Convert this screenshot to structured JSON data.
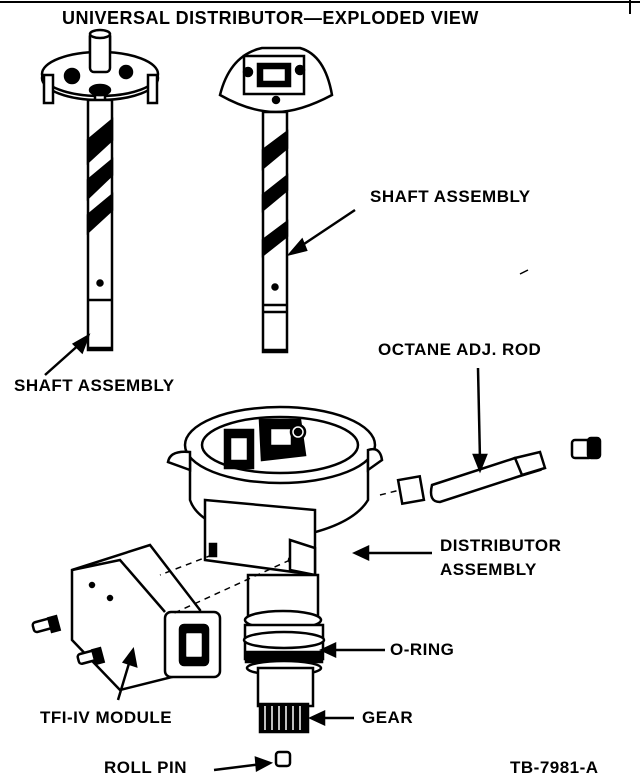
{
  "title": "UNIVERSAL DISTRIBUTOR—EXPLODED VIEW",
  "labels": {
    "shaft_assembly_right": "SHAFT ASSEMBLY",
    "shaft_assembly_left": "SHAFT ASSEMBLY",
    "octane_rod": "OCTANE ADJ. ROD",
    "distributor_line1": "DISTRIBUTOR",
    "distributor_line2": "ASSEMBLY",
    "o_ring": "O-RING",
    "tfi_module": "TFI-IV MODULE",
    "gear": "GEAR",
    "roll_pin": "ROLL PIN",
    "figure_id": "TB-7981-A"
  }
}
